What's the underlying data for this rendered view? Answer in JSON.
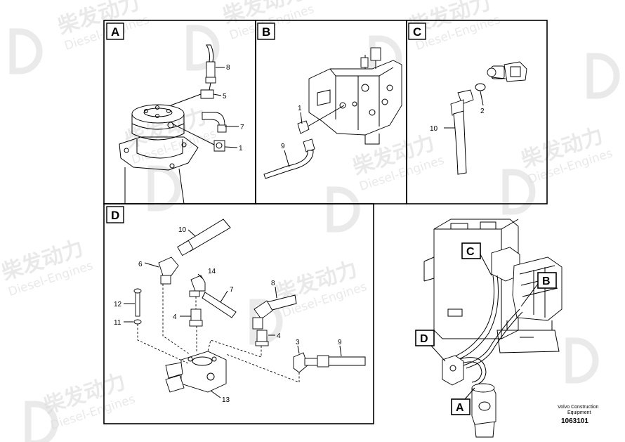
{
  "panels": {
    "A": {
      "letter": "A",
      "labels": [
        "8",
        "5",
        "7",
        "1"
      ]
    },
    "B": {
      "letter": "B",
      "labels": [
        "1",
        "9"
      ]
    },
    "C": {
      "letter": "C",
      "labels": [
        "2",
        "10"
      ]
    },
    "D": {
      "letter": "D",
      "labels": [
        "10",
        "6",
        "14",
        "7",
        "8",
        "12",
        "11",
        "4",
        "4",
        "3",
        "9",
        "13"
      ]
    }
  },
  "overview": {
    "callouts": [
      "C",
      "B",
      "D",
      "A"
    ],
    "caption_line1": "Volvo Construction",
    "caption_line2": "Equipment",
    "doc_number": "1063101"
  },
  "watermark": {
    "brand": "柴发动力",
    "sub": "Diesel-Engines"
  }
}
